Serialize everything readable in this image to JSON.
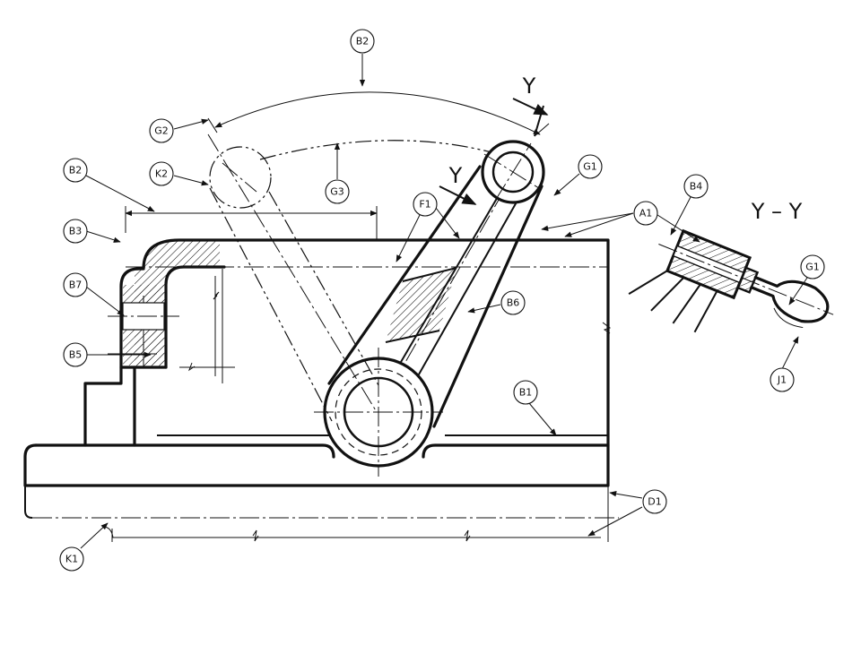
{
  "labels": {
    "b2_top": "B2",
    "b2_left": "B2",
    "g2": "G2",
    "k2": "K2",
    "g3": "G3",
    "g1_link": "G1",
    "f1": "F1",
    "a1": "A1",
    "b4": "B4",
    "g1_section": "G1",
    "b3": "B3",
    "b7": "B7",
    "b6": "B6",
    "b5": "B5",
    "b1": "B1",
    "j1": "J1",
    "d1": "D1",
    "k1": "K1"
  },
  "section": {
    "cut_letter": "Y",
    "cut_letter_2": "Y",
    "view_title": "Y – Y"
  }
}
